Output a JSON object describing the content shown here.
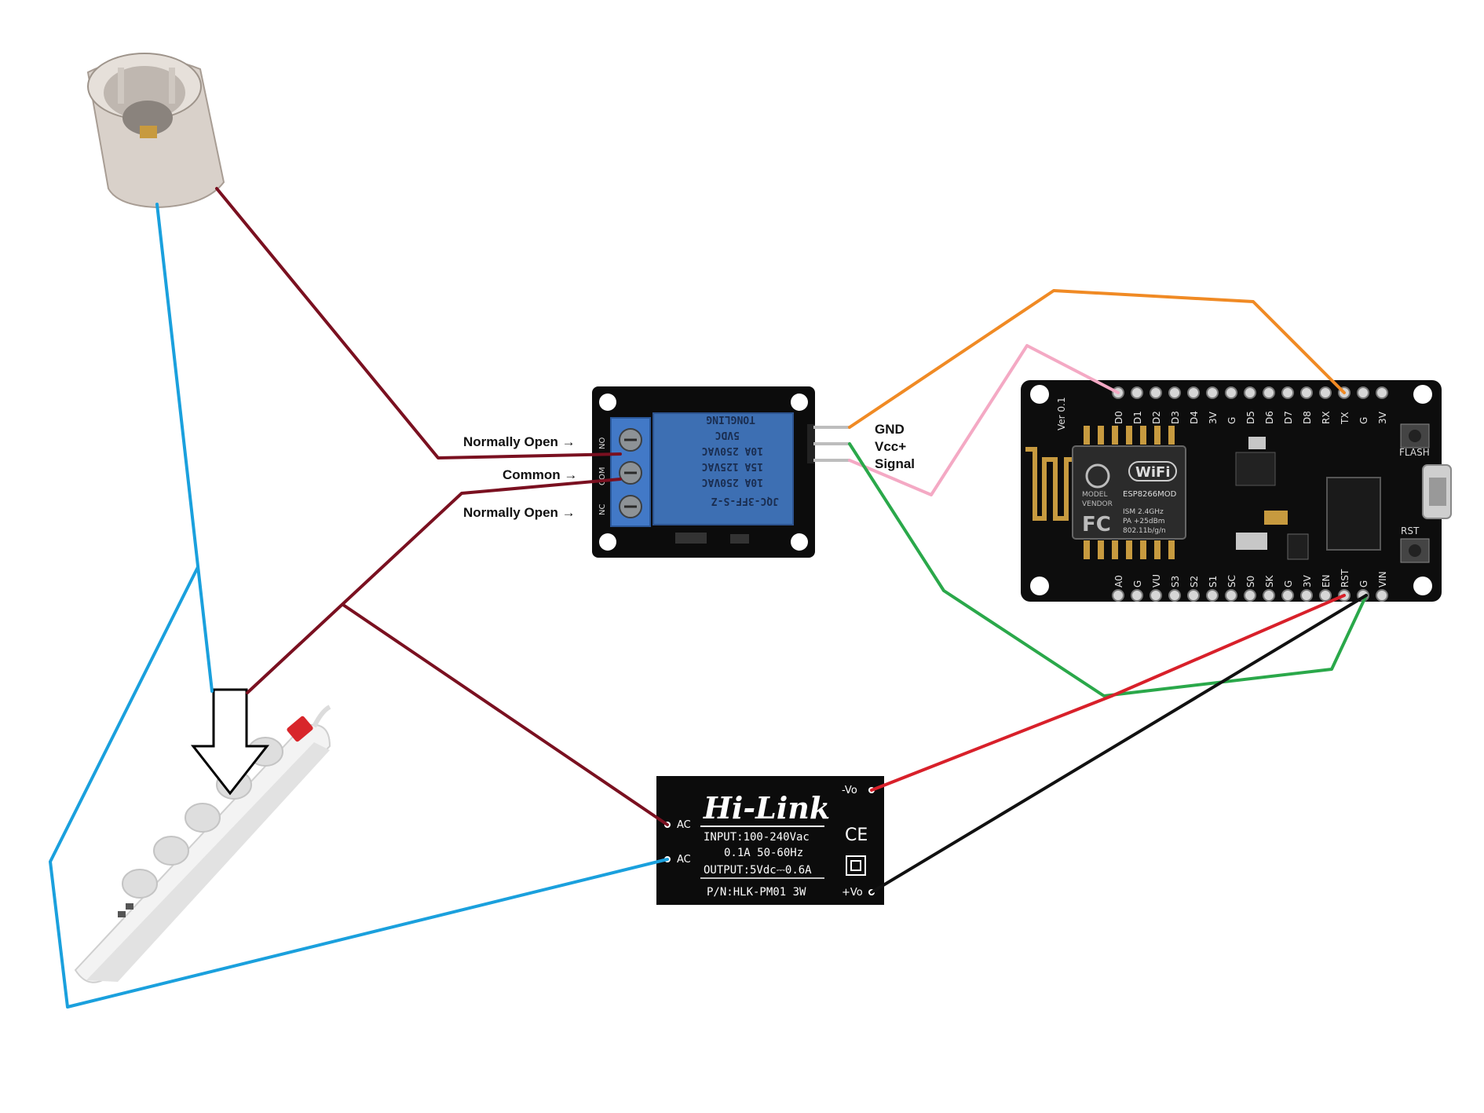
{
  "relay_labels": {
    "no_top": "Normally Open →",
    "common": "Common →",
    "no_bottom": "Normally Open →",
    "gnd": "GND",
    "vcc": "Vcc+",
    "signal": "Signal"
  },
  "relay_module": {
    "model": "JQC-3FF-S-Z",
    "rating1": "10A 250VAC",
    "rating2": "15A 125VAC",
    "rating3": "10A 250VAC",
    "rating4": "5VDC",
    "brand": "TONGLING",
    "term_nc": "NC",
    "term_com": "COM",
    "term_no": "NO"
  },
  "power_module": {
    "brand": "Hi-Link",
    "input": "INPUT:100-240Vac",
    "current": "0.1A 50-60Hz",
    "output": "OUTPUT:5Vdc⎓0.6A",
    "pn": "P/N:HLK-PM01 3W",
    "ac1": "AC",
    "ac2": "AC",
    "vo_minus": "-Vo",
    "vo_plus": "+Vo",
    "ce": "CE"
  },
  "nodemcu": {
    "version": "Ver 0.1",
    "top_pins": [
      "D0",
      "D1",
      "D2",
      "D3",
      "D4",
      "3V",
      "G",
      "D5",
      "D6",
      "D7",
      "D8",
      "RX",
      "TX",
      "G",
      "3V"
    ],
    "bottom_pins": [
      "A0",
      "G",
      "VU",
      "S3",
      "S2",
      "S1",
      "SC",
      "S0",
      "SK",
      "G",
      "3V",
      "EN",
      "RST",
      "G",
      "VIN"
    ],
    "wifi": "WiFi",
    "model_label": "MODEL",
    "vendor_label": "VENDOR",
    "chip": "ESP8266MOD",
    "fc": "FC",
    "ism": "ISM 2.4GHz",
    "pa": "PA +25dBm",
    "wifi_std": "802.11b/g/n",
    "flash": "FLASH",
    "rst": "RST"
  },
  "colors": {
    "hot_wire": "#7a1020",
    "neutral_wire": "#1aa0dd",
    "gnd_wire": "#f08a24",
    "signal_wire": "#f4a9c4",
    "vcc_wire": "#2aa84a",
    "red_wire": "#d8202a",
    "black_wire": "#111111"
  }
}
